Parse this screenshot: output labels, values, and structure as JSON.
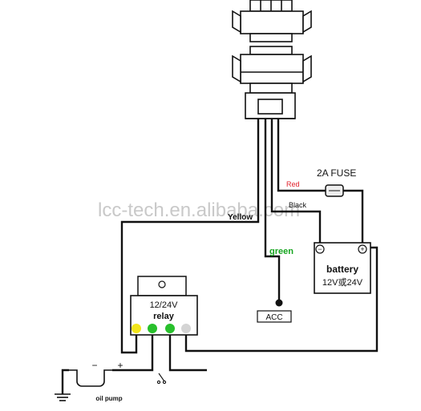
{
  "watermark": "lcc-tech.en.alibaba.com",
  "labels": {
    "fuse": "2A FUSE",
    "red": "Red",
    "black": "Black",
    "yellow": "Yellow",
    "green": "green",
    "battery_title": "battery",
    "battery_voltage": "12V或24V",
    "battery_minus": "−",
    "battery_plus": "+",
    "relay_voltage": "12/24V",
    "relay_title": "relay",
    "acc": "ACC",
    "pump": "oil pump",
    "pump_minus": "−",
    "pump_plus": "+"
  },
  "colors": {
    "wire": "#111111",
    "red_label": "#e0202a",
    "green_label": "#16a51f",
    "led_yellow": "#f2e51a",
    "led_green": "#28c02c",
    "led_grey": "#d4d4d4"
  },
  "icons": {
    "connector": "connector-icon",
    "fuse": "fuse-icon",
    "ground": "ground-icon",
    "switch": "switch-icon"
  }
}
